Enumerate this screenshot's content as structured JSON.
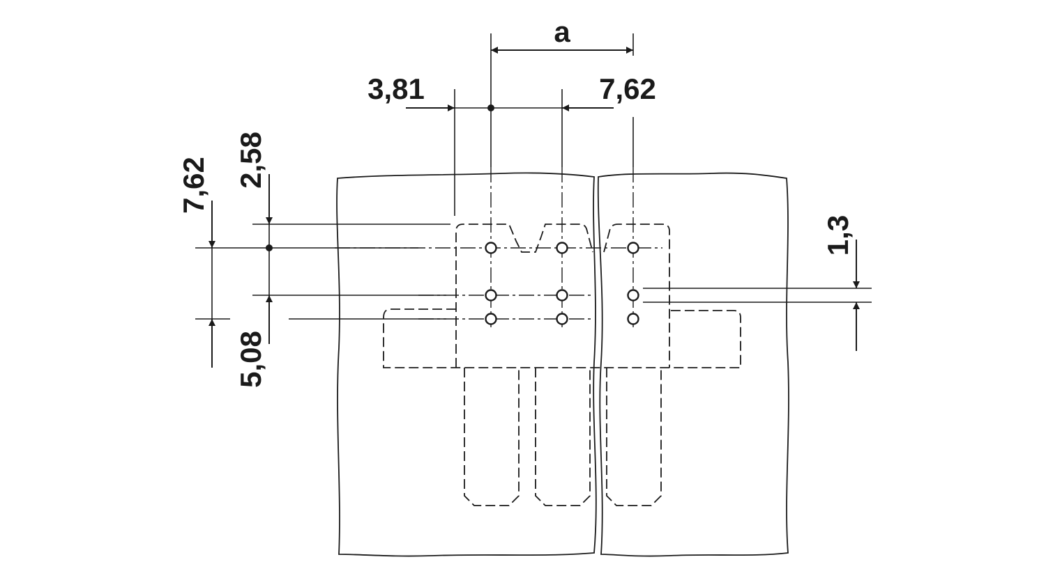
{
  "dimensions": {
    "a": "a",
    "pitch_3_81": "3,81",
    "pitch_7_62_top": "7,62",
    "row_7_62_left": "7,62",
    "offset_2_58": "2,58",
    "offset_5_08": "5,08",
    "hole_1_3": "1,3"
  },
  "colors": {
    "line": "#1a1a1a",
    "background": "#ffffff"
  }
}
